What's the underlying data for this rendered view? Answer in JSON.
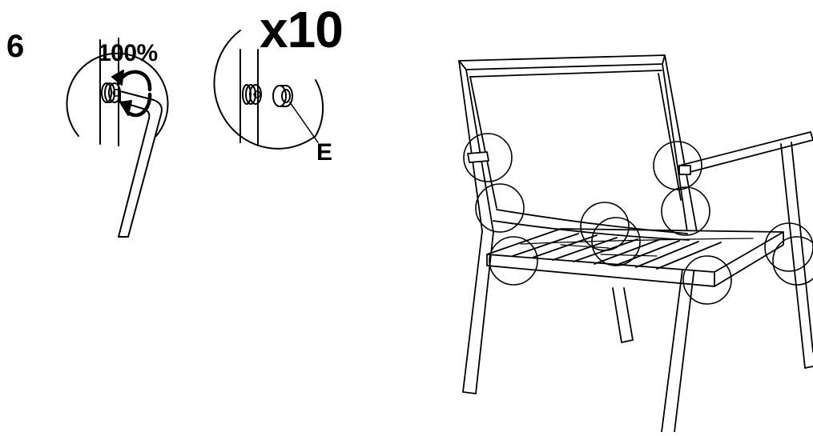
{
  "step": {
    "number": "6"
  },
  "detail_tighten": {
    "percent_label": "100%"
  },
  "detail_parts": {
    "quantity_label": "x10",
    "part_letter": "E"
  },
  "icons": [
    "hex-key-icon",
    "rotation-arrow-icon",
    "bolt-icon",
    "cap-nut-icon",
    "chair-frame-icon"
  ],
  "colors": {
    "line": "#000000",
    "background": "#ffffff"
  }
}
